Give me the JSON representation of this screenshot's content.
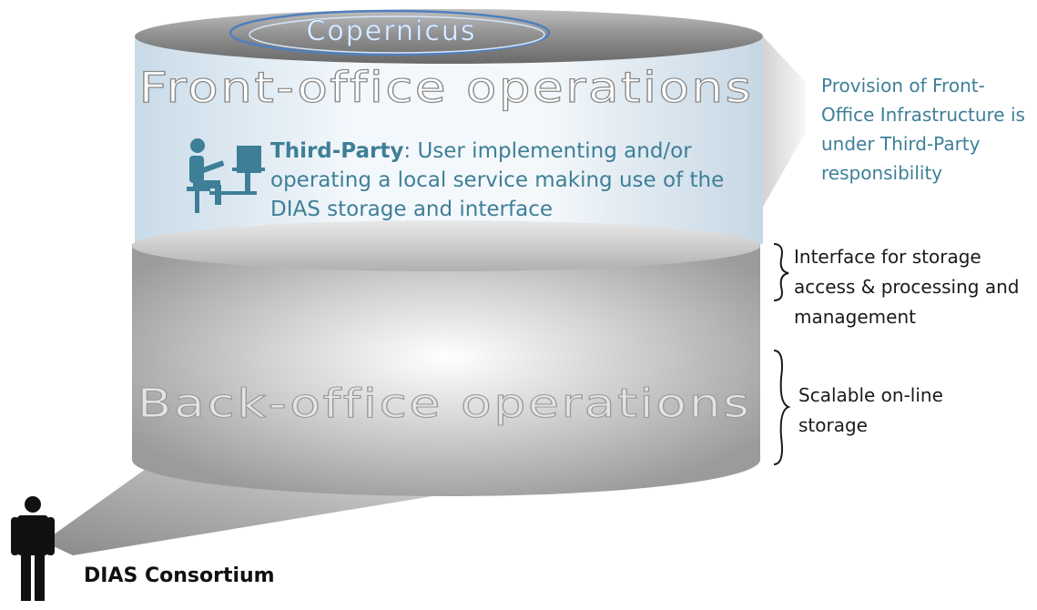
{
  "logo": {
    "text": "Copernicus"
  },
  "front_office": {
    "title": "Front-office operations",
    "third_party_label": "Third-Party",
    "third_party_desc": ": User implementing and/or operating a local service making use of the DIAS storage and interface",
    "provision_note": "Provision of Front-Office Infrastructure is under Third-Party responsibility"
  },
  "back_office": {
    "title": "Back-office operations",
    "interface_note": "Interface for storage access & processing and management",
    "storage_note": "Scalable on-line storage"
  },
  "consortium": {
    "label": "DIAS Consortium"
  },
  "icons": [
    "user-at-computer-icon",
    "person-icon"
  ],
  "colors": {
    "teal_text": "#3e7f97",
    "cylinder_gray": "#a8a8a8",
    "front_panel": "#e6f0f7"
  }
}
